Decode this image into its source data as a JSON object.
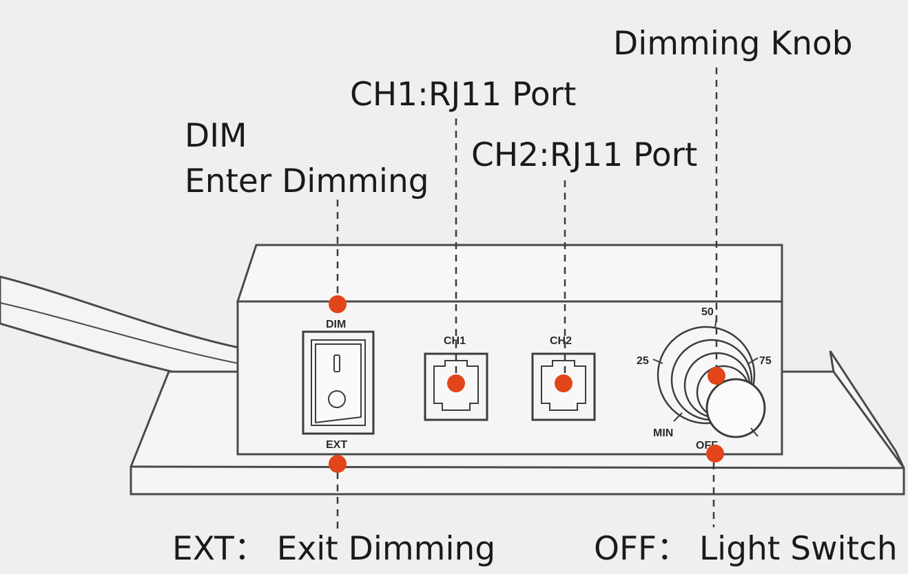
{
  "callouts": {
    "dim_title": "DIM",
    "dim_desc": "Enter Dimming",
    "ch1_port": "CH1:RJ11 Port",
    "ch2_port": "CH2:RJ11 Port",
    "dimming_knob": "Dimming Knob",
    "ext": "EXT： Exit Dimming",
    "off": "OFF： Light Switch"
  },
  "device_labels": {
    "dim": "DIM",
    "ext": "EXT",
    "ch1": "CH1",
    "ch2": "CH2",
    "mark_25": "25",
    "mark_50": "50",
    "mark_75": "75",
    "mark_min": "MIN",
    "mark_off": "OFF"
  },
  "colors": {
    "background": "#efefef",
    "device_face": "#f5f5f5",
    "outline": "#4a4a4a",
    "marker": "#e2451a",
    "text": "#1a1a1a"
  }
}
